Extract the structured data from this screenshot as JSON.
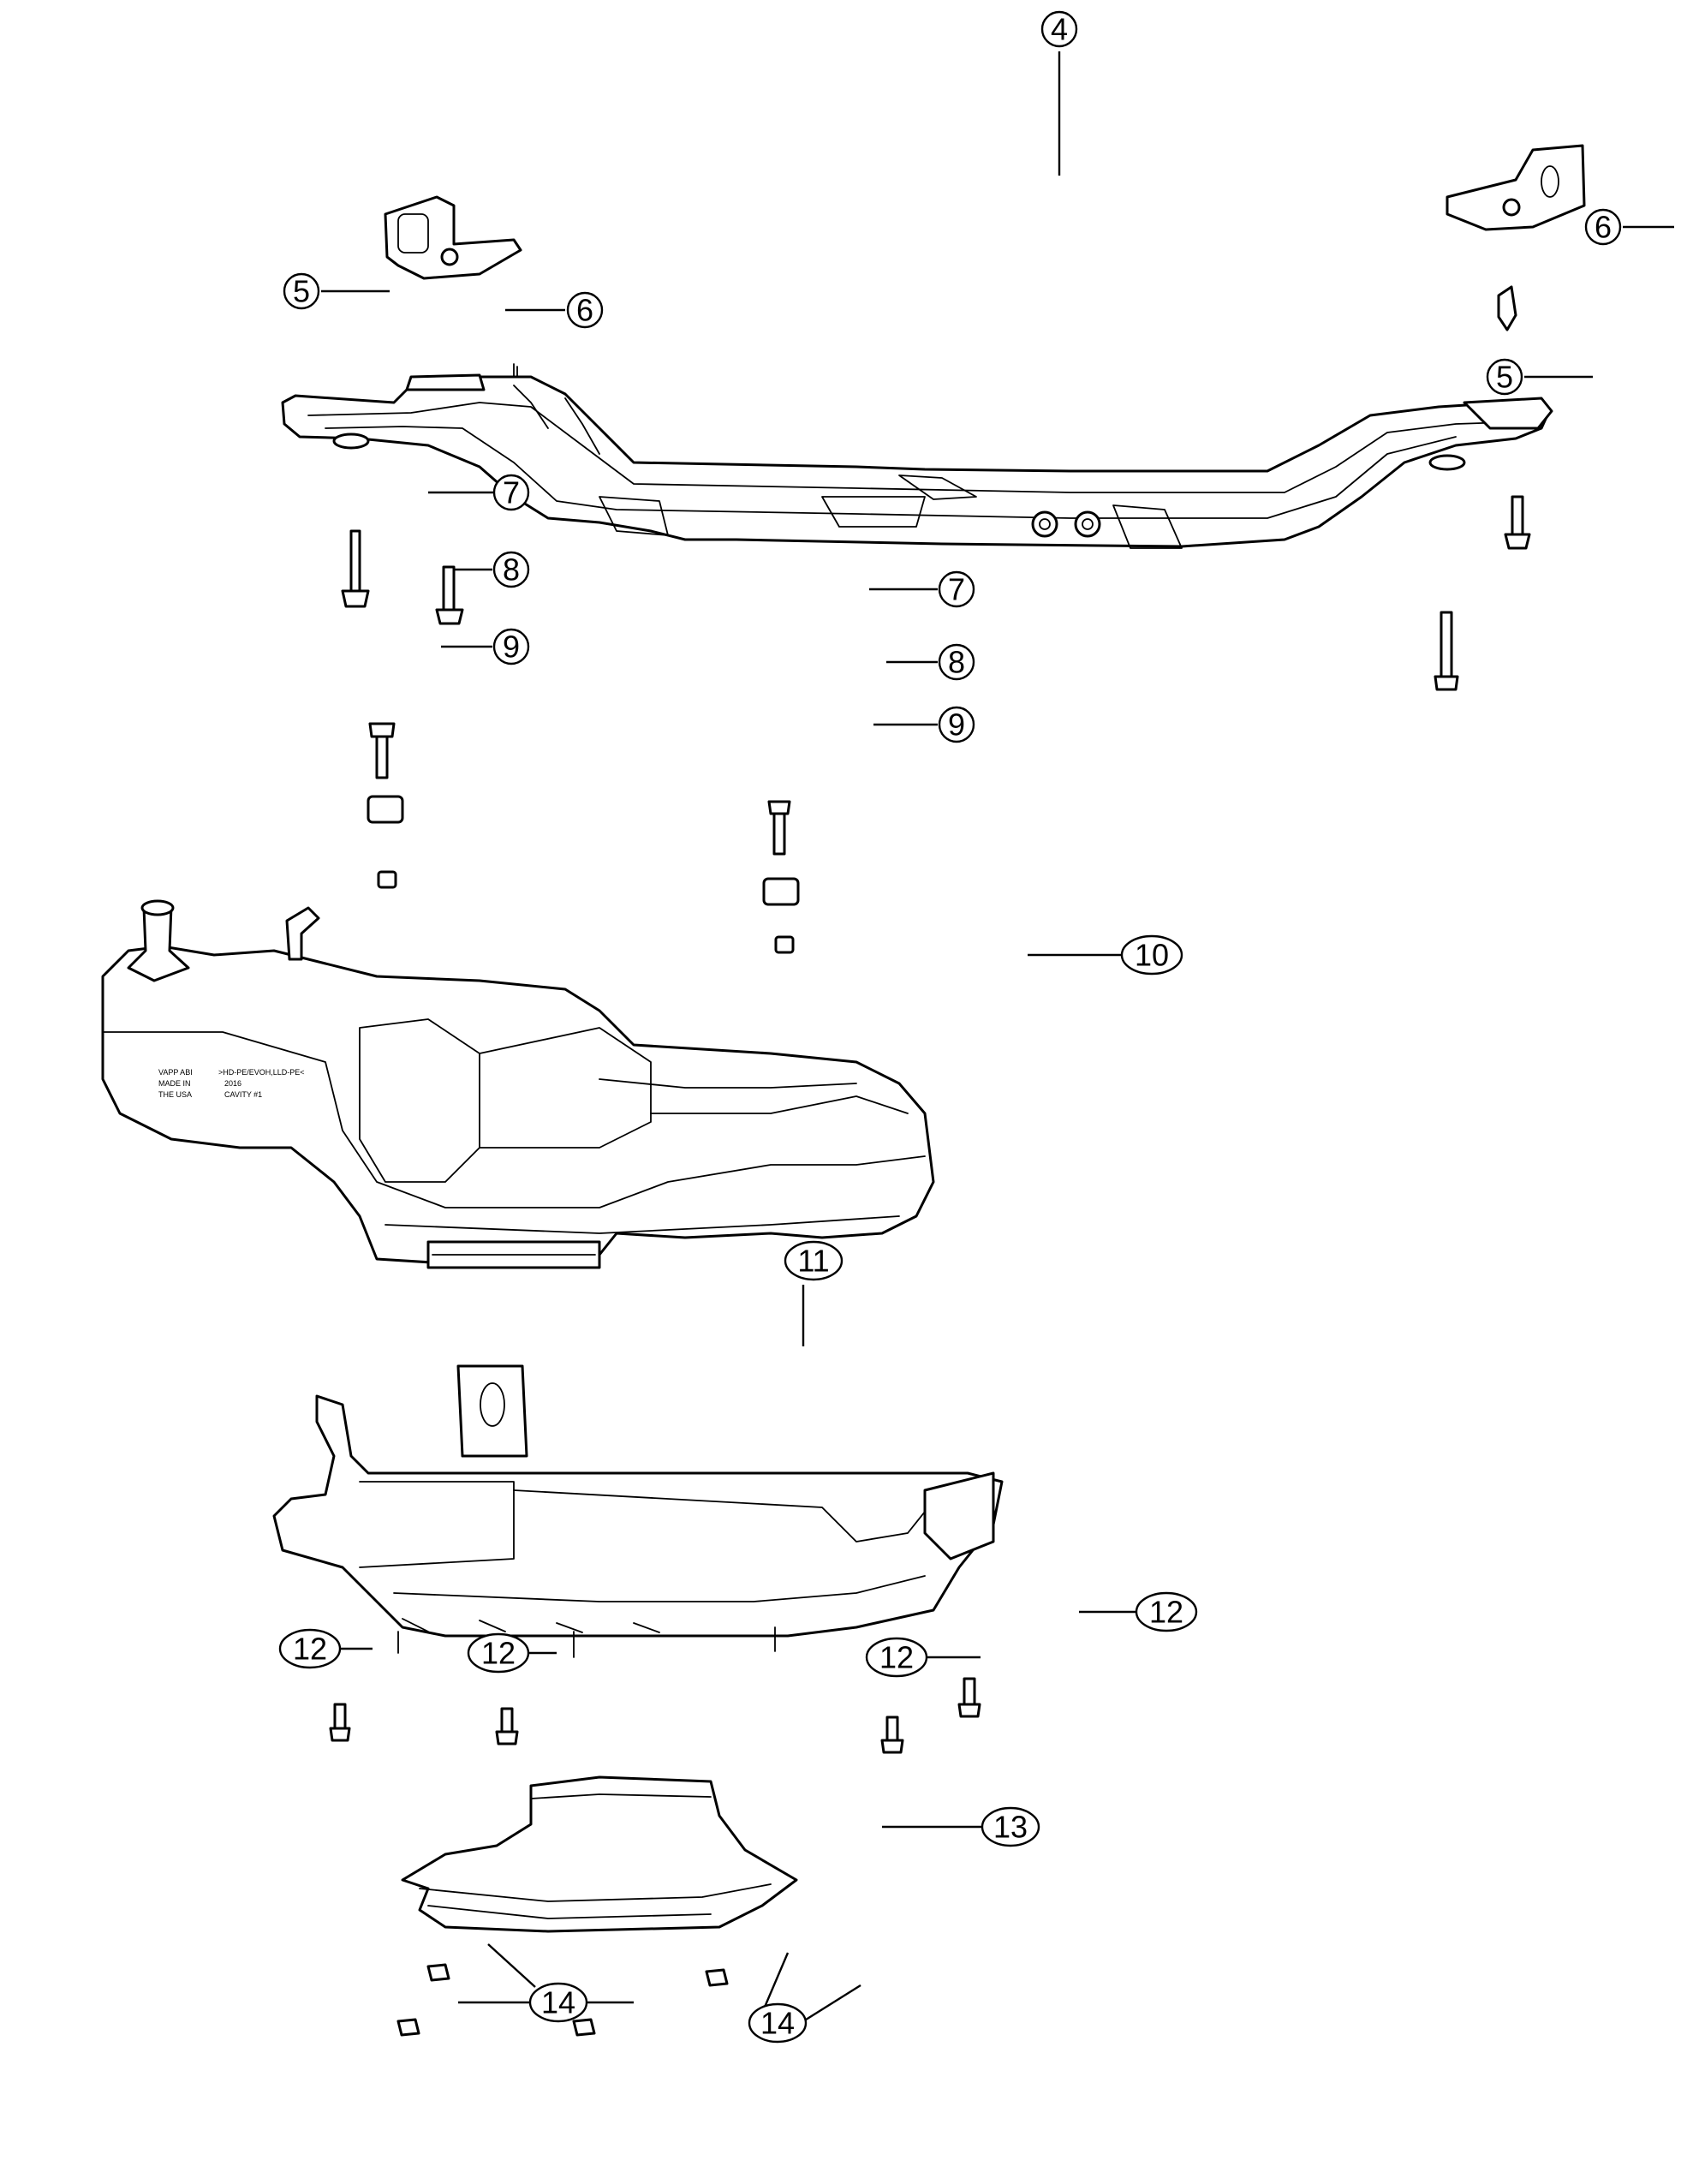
{
  "callouts": [
    {
      "id": "c4",
      "number": "4"
    },
    {
      "id": "c5a",
      "number": "5"
    },
    {
      "id": "c6a",
      "number": "6"
    },
    {
      "id": "c6b",
      "number": "6"
    },
    {
      "id": "c5b",
      "number": "5"
    },
    {
      "id": "c7a",
      "number": "7"
    },
    {
      "id": "c8a",
      "number": "8"
    },
    {
      "id": "c9a",
      "number": "9"
    },
    {
      "id": "c7b",
      "number": "7"
    },
    {
      "id": "c8b",
      "number": "8"
    },
    {
      "id": "c9b",
      "number": "9"
    },
    {
      "id": "c10",
      "number": "10"
    },
    {
      "id": "c11",
      "number": "11"
    },
    {
      "id": "c12a",
      "number": "12"
    },
    {
      "id": "c12b",
      "number": "12"
    },
    {
      "id": "c12c",
      "number": "12"
    },
    {
      "id": "c12d",
      "number": "12"
    },
    {
      "id": "c13",
      "number": "13"
    },
    {
      "id": "c14a",
      "number": "14"
    },
    {
      "id": "c14b",
      "number": "14"
    }
  ],
  "tank_label": {
    "line1": "VAPP ABI",
    "line2": "MADE IN",
    "line3": "THE USA",
    "line4": ">HD-PE/EVOH,LLD-PE<",
    "line5": "2016",
    "line6": "CAVITY #1"
  }
}
